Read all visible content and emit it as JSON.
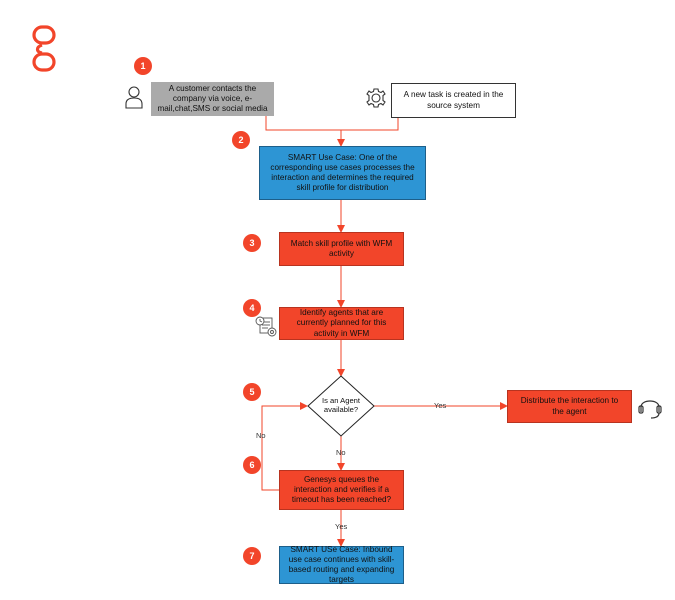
{
  "steps": {
    "s1": "1",
    "s2": "2",
    "s3": "3",
    "s4": "4",
    "s5": "5",
    "s6": "6",
    "s7": "7"
  },
  "boxes": {
    "customer_contacts": "A customer contacts the company via voice, e-mail,chat,SMS or social media",
    "new_task": "A new task is created in the source system",
    "smart_use_case": "SMART Use Case: One of the corresponding use cases processes the interaction and determines the required skill profile for distribution",
    "match_skill": "Match skill profile with WFM activity",
    "identify_agents": "Identify agents that are currently planned for this activity in WFM",
    "agent_available": "Is an Agent available?",
    "distribute": "Distribute the interaction to the agent",
    "queues": "Genesys queues the interaction and verifies if a timeout has been reached?",
    "smart_inbound": "SMART USe Case: Inbound use case continues with skill-based routing and expanding targets"
  },
  "edge_labels": {
    "yes_distribute": "Yes",
    "no_down": "No",
    "no_loop": "No",
    "yes_down": "Yes"
  },
  "icons": {
    "logo": "genesys-logo",
    "customer": "person-icon",
    "task": "gear-icon",
    "wfm": "schedule-document-icon",
    "agent": "headset-icon"
  },
  "colors": {
    "accent": "#f2452a",
    "blue": "#2d95d4",
    "gray": "#aaaaaa"
  }
}
